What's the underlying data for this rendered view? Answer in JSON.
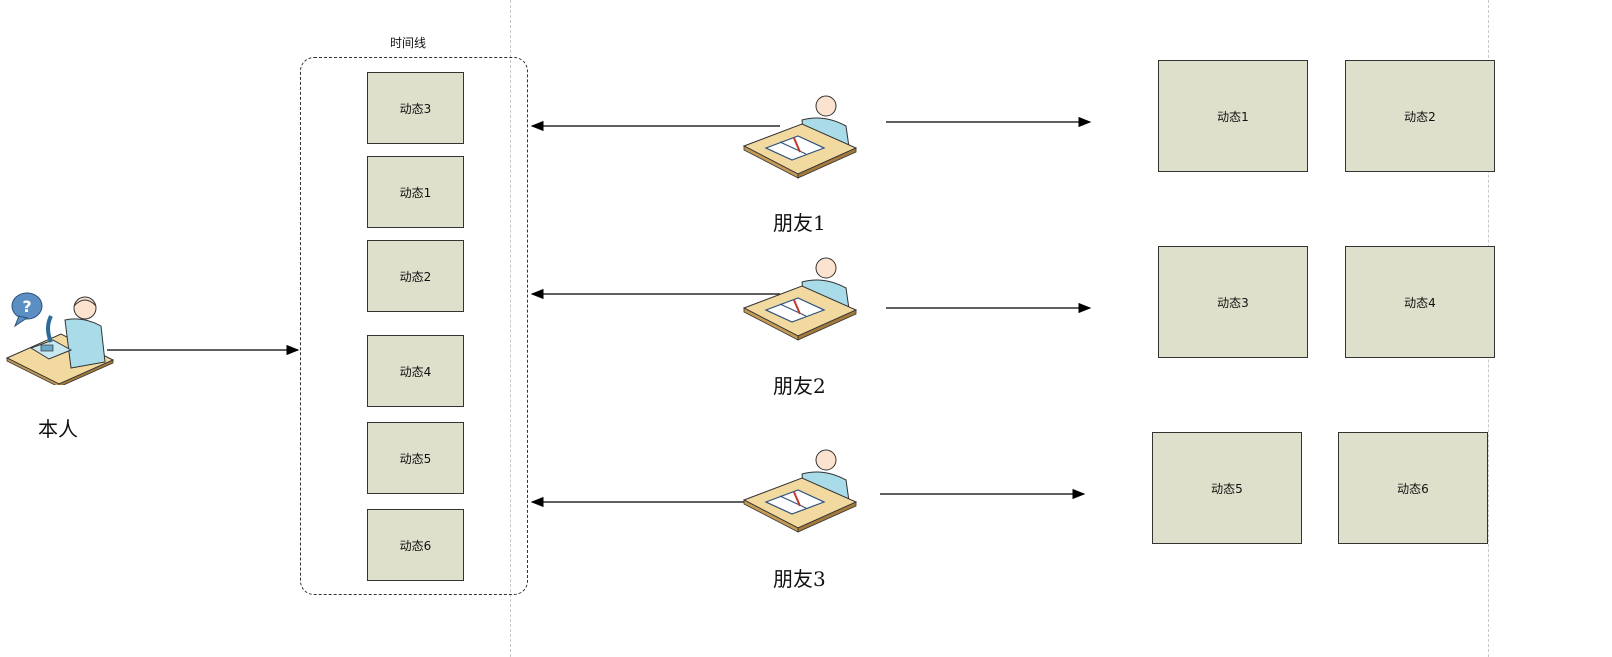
{
  "timeline": {
    "title": "时间线",
    "items": [
      "动态3",
      "动态1",
      "动态2",
      "动态4",
      "动态5",
      "动态6"
    ]
  },
  "self": {
    "label": "本人"
  },
  "friends": [
    {
      "label": "朋友1",
      "posts": [
        "动态1",
        "动态2"
      ]
    },
    {
      "label": "朋友2",
      "posts": [
        "动态3",
        "动态4"
      ]
    },
    {
      "label": "朋友3",
      "posts": [
        "动态5",
        "动态6"
      ]
    }
  ],
  "colors": {
    "card_fill": "#dfe0cc",
    "desk": "#f2d9a0",
    "person": "#a9dbe8"
  },
  "icons": [
    "person-at-desk-icon",
    "question-bubble-icon",
    "telephone-icon"
  ]
}
